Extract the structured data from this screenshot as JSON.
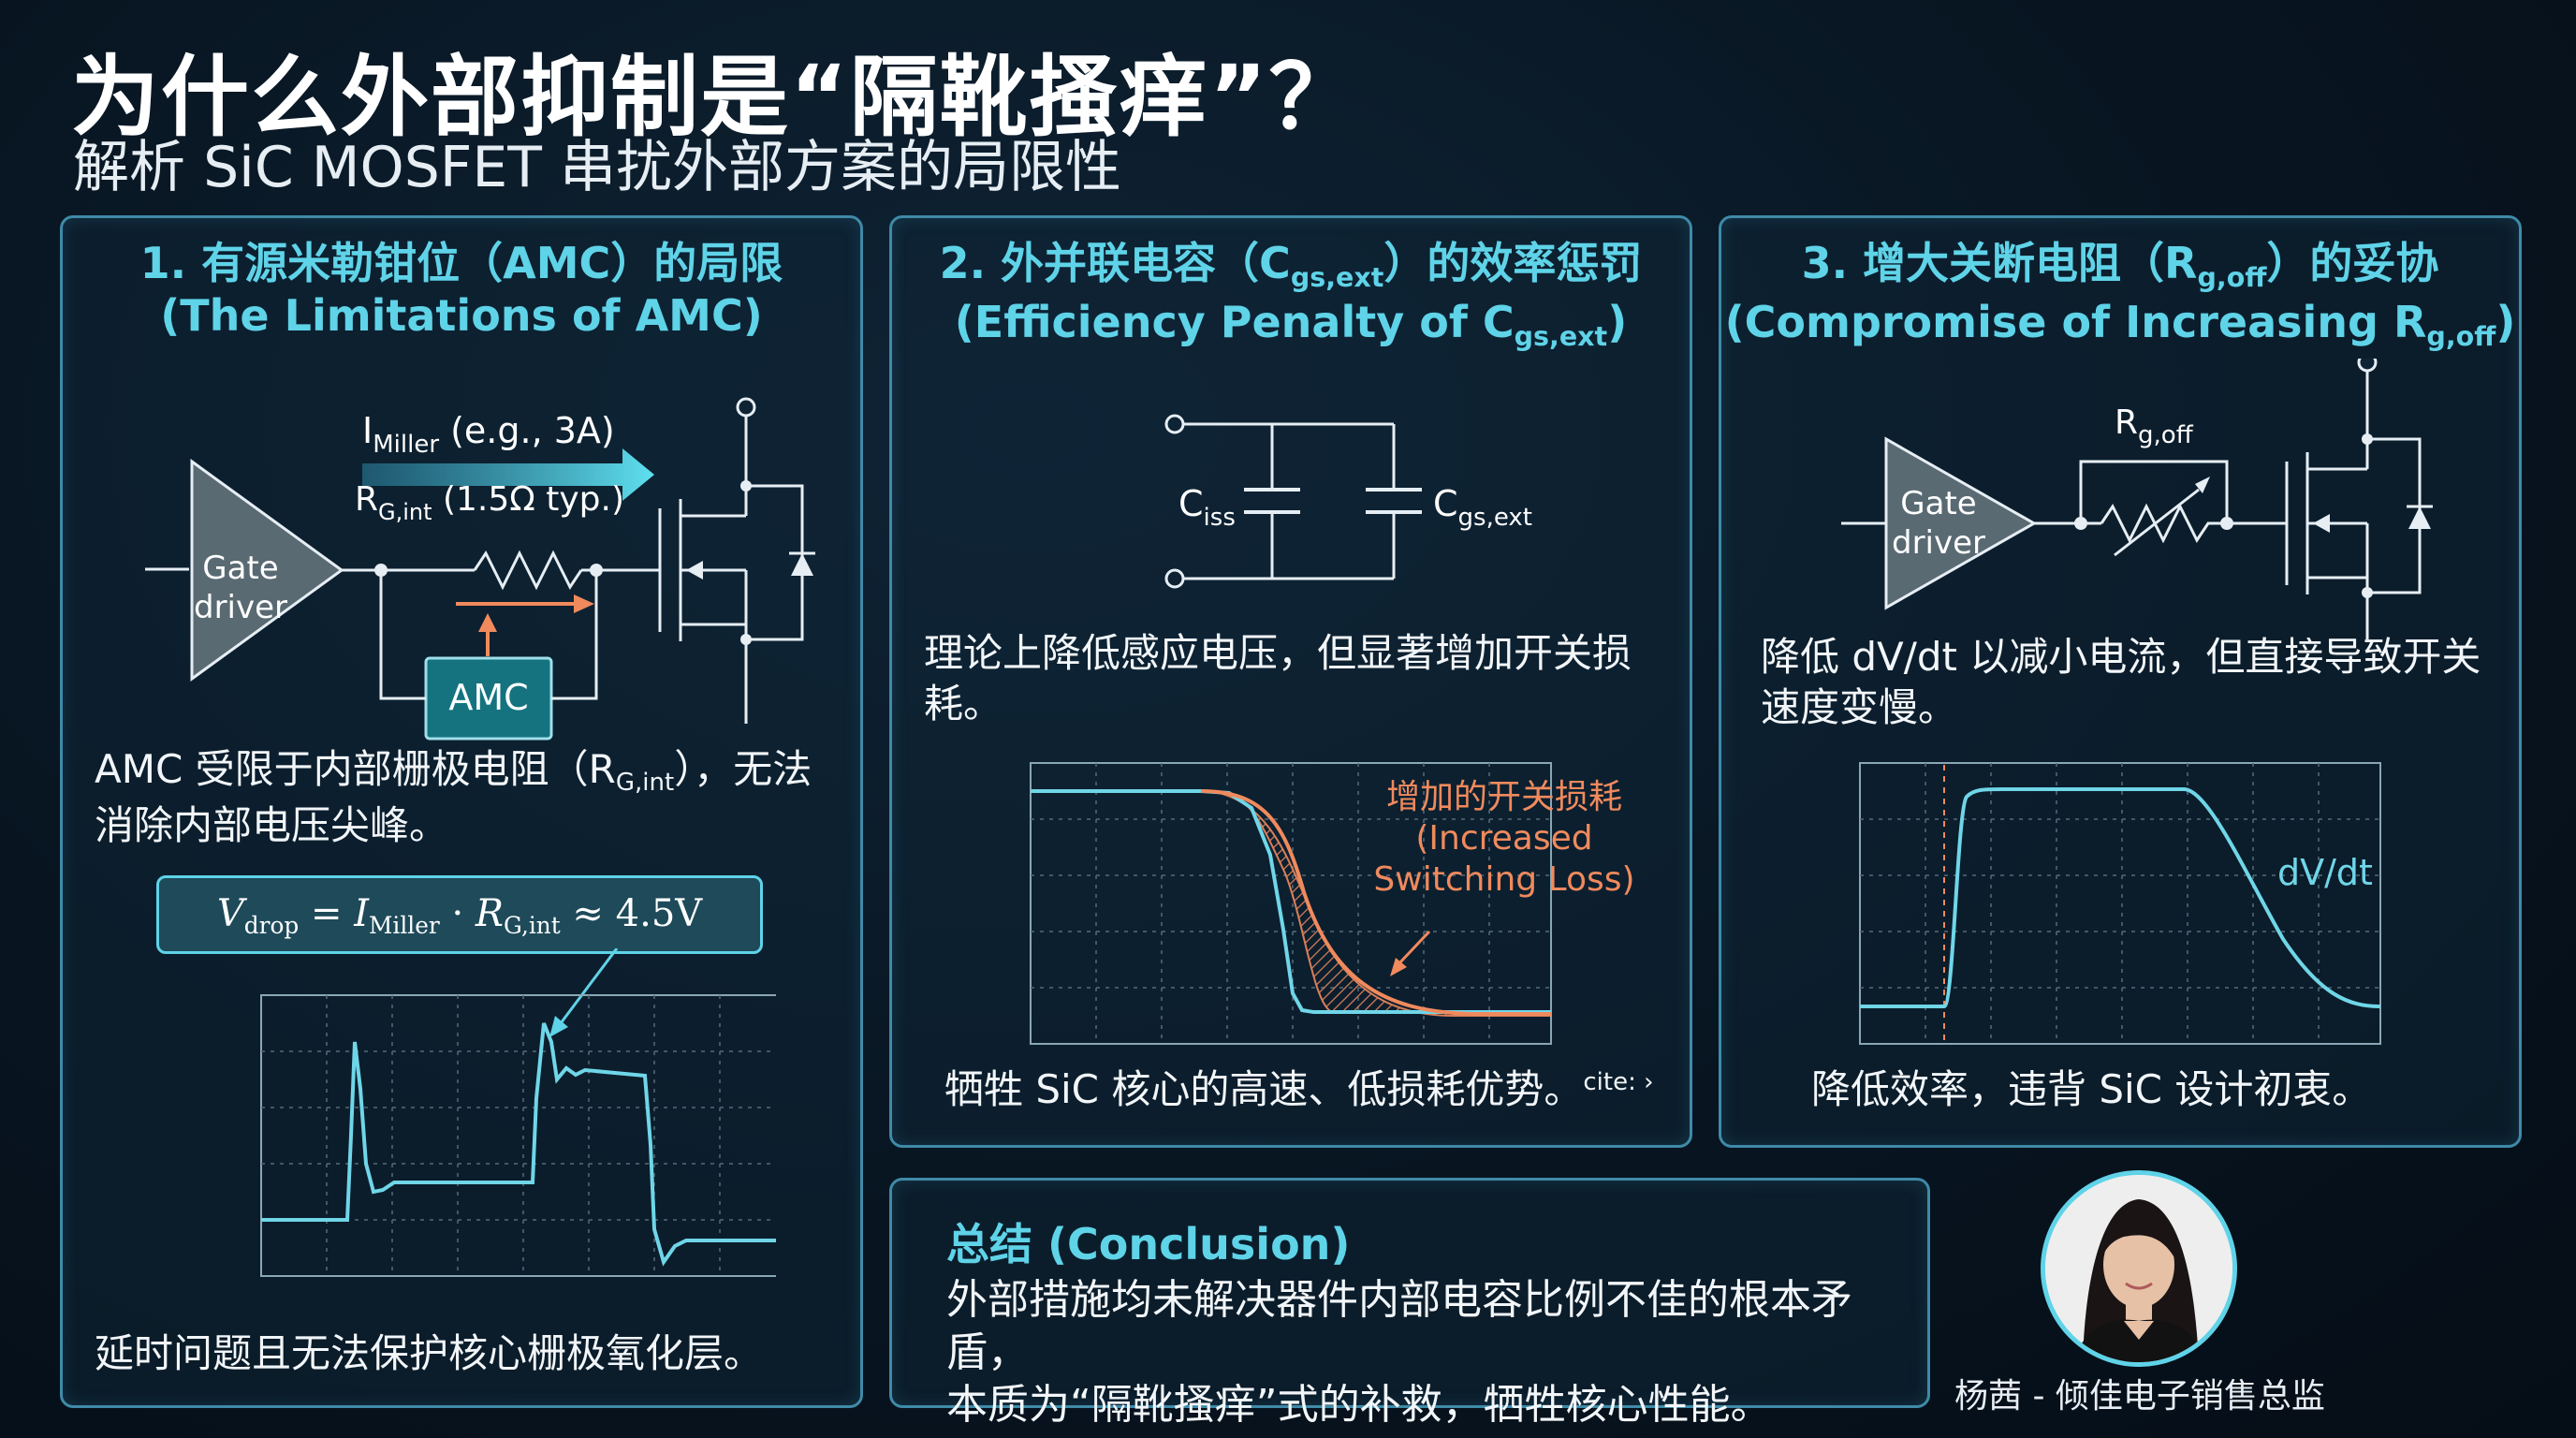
{
  "header": {
    "title": "为什么外部抑制是“隔靴搔痒”？",
    "subtitle": "解析 SiC MOSFET 串扰外部方案的局限性"
  },
  "panel1": {
    "title_line1_pre": "1. 有源米勒钳位（AMC）的局限",
    "title_line2": "(The Limitations of AMC)",
    "diagram": {
      "gate_driver_line1": "Gate",
      "gate_driver_line2": "driver",
      "imiller_main": "I",
      "imiller_sub": "Miller",
      "imiller_suffix": " (e.g., 3A)",
      "rgint_main": "R",
      "rgint_sub": "G,int",
      "rgint_suffix": " (1.5Ω typ.)",
      "amc_label": "AMC"
    },
    "desc_pre": "AMC 受限于内部栅极电阻（R",
    "desc_sub": "G,int",
    "desc_post": "），无法",
    "desc_line2": "消除内部电压尖峰。",
    "formula": {
      "v": "V",
      "v_sub": "drop",
      "eq": " = ",
      "i": "I",
      "i_sub": "Miller",
      "dot": " · ",
      "r": "R",
      "r_sub": "G,int",
      "approx": " ≈ 4.5V"
    },
    "footer": "延时问题且无法保护核心栅极氧化层。"
  },
  "panel2": {
    "title_line1_pre": "2. 外并联电容（C",
    "title_line1_sub": "gs,ext",
    "title_line1_post": "）的效率惩罚",
    "title_line2_pre": "(Efficiency Penalty of C",
    "title_line2_sub": "gs,ext",
    "title_line2_post": ")",
    "diagram": {
      "ciss_main": "C",
      "ciss_sub": "iss",
      "cgs_main": "C",
      "cgs_sub": "gs,ext"
    },
    "desc_line1": "理论上降低感应电压，但显著增加开关损",
    "desc_line2": "耗。",
    "annotation_line1": "增加的开关损耗",
    "annotation_line2": "(Increased",
    "annotation_line3": "Switching Loss)",
    "footer": "牺牲 SiC 核心的高速、低损耗优势。",
    "footer_cite": "cite: ›"
  },
  "panel3": {
    "title_line1_pre": "3. 增大关断电阻（R",
    "title_line1_sub": "g,off",
    "title_line1_post": "）的妥协",
    "title_line2_pre": "(Compromise of Increasing R",
    "title_line2_sub": "g,off",
    "title_line2_post": ")",
    "diagram": {
      "gate_driver_line1": "Gate",
      "gate_driver_line2": "driver",
      "rgoff_main": "R",
      "rgoff_sub": "g,off"
    },
    "desc_line1": "降低 dV/dt 以减小电流，但直接导致开关",
    "desc_line2": "速度变慢。",
    "dvdt_label": "dV/dt",
    "footer": "降低效率，违背 SiC 设计初衷。"
  },
  "conclusion": {
    "title": "总结 (Conclusion)",
    "line1": "外部措施均未解决器件内部电容比例不佳的根本矛盾，",
    "line2": "本质为“隔靴搔痒”式的补救，牺牲核心性能。"
  },
  "presenter": {
    "caption": "杨茜 - 倾佳电子销售总监"
  },
  "colors": {
    "accent": "#5fd3e8",
    "border": "#3f8aa8",
    "wave": "#6fd6e8",
    "loss": "#f08a5d"
  }
}
